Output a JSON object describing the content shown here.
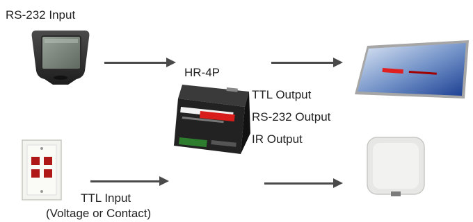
{
  "labels": {
    "rs232_input": "RS-232 Input",
    "device_name": "HR-4P",
    "ttl_output": "TTL Output",
    "rs232_output": "RS-232 Output",
    "ir_output": "IR Output",
    "ttl_input": "TTL Input",
    "ttl_input_note": "(Voltage or Contact)"
  },
  "icons": {
    "touch_panel": "touch-panel-icon",
    "wall_keypad": "wall-keypad-icon",
    "hr4p_box": "hr4p-device-icon",
    "projector_screen": "projector-screen-icon",
    "ir_receiver": "ir-receiver-icon"
  },
  "colors": {
    "arrow": "#4a4a4a",
    "screen_accent": "#e02020",
    "keypad_button": "#b01818"
  }
}
